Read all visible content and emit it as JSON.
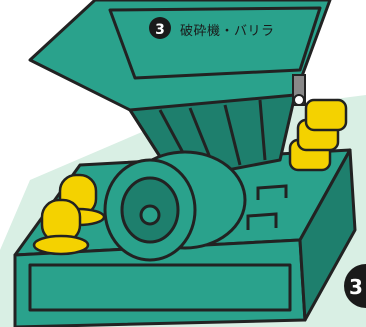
{
  "diagram": {
    "step_badge": "3",
    "title": "破砕機・バリラ",
    "corner_badge": "3"
  },
  "colors": {
    "machine_fill": "#2aa28c",
    "machine_dark": "#1e7f6d",
    "outline": "#222222",
    "yellow": "#f4d200",
    "background_shape": "#d9efe4",
    "panel_text": "#1a1a1a"
  }
}
